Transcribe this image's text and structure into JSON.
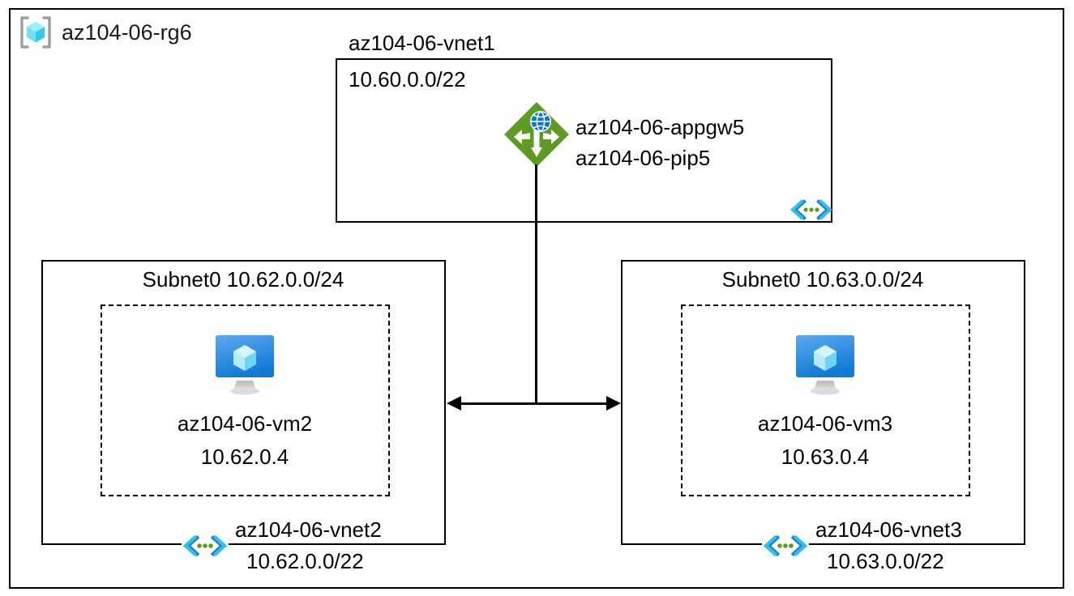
{
  "resource_group": {
    "icon": "resource-group-cube-icon",
    "name": "az104-06-rg6"
  },
  "vnet1": {
    "name": "az104-06-vnet1",
    "address_space": "10.60.0.0/22",
    "peering_icon": "vnet-peering-icon",
    "gateway": {
      "icon": "application-gateway-icon",
      "name": "az104-06-appgw5",
      "public_ip": "az104-06-pip5"
    }
  },
  "vnet2": {
    "subnet_label": "Subnet0 10.62.0.0/24",
    "vm": {
      "icon": "virtual-machine-icon",
      "name": "az104-06-vm2",
      "private_ip": "10.62.0.4"
    },
    "name": "az104-06-vnet2",
    "address_space": "10.62.0.0/22",
    "peering_icon": "vnet-peering-icon"
  },
  "vnet3": {
    "subnet_label": "Subnet0 10.63.0.0/24",
    "vm": {
      "icon": "virtual-machine-icon",
      "name": "az104-06-vm3",
      "private_ip": "10.63.0.4"
    },
    "name": "az104-06-vnet3",
    "address_space": "10.63.0.0/22",
    "peering_icon": "vnet-peering-icon"
  },
  "colors": {
    "gateway_green": "#5E9B22",
    "gateway_globe_blue": "#0078D4",
    "vm_screen_blue": "#0F7BD4",
    "vm_cube_cyan": "#9CE3F7",
    "peering_cyan": "#32BEE8",
    "peering_blue": "#0D7DD6",
    "peering_dot_green": "#5E9B22",
    "rg_cube_cyan": "#50E6FF",
    "rg_bracket_gray": "#9E9E9E",
    "line_black": "#000000"
  }
}
